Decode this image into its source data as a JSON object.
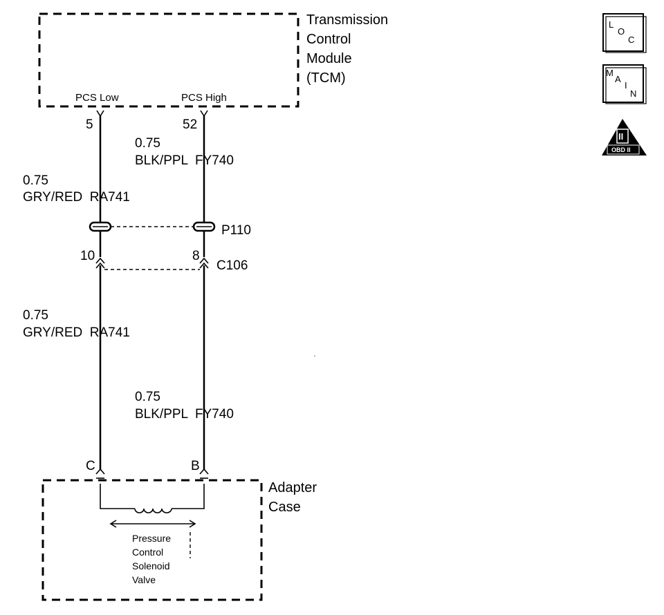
{
  "tcm": {
    "title_lines": [
      "Transmission",
      "Control",
      "Module",
      "(TCM)"
    ],
    "pin_low_label": "PCS Low",
    "pin_high_label": "PCS High",
    "pin_low_number": "5",
    "pin_high_number": "52"
  },
  "wires": {
    "left_upper": {
      "size": "0.75",
      "spec": "GRY/RED  RA741"
    },
    "right_upper": {
      "size": "0.75",
      "spec": "BLK/PPL  FY740"
    },
    "left_lower": {
      "size": "0.75",
      "spec": "GRY/RED  RA741"
    },
    "right_lower": {
      "size": "0.75",
      "spec": "BLK/PPL  FY740"
    }
  },
  "connectors": {
    "p110_label": "P110",
    "c106_label": "C106",
    "c106_left_pin": "10",
    "c106_right_pin": "8",
    "adapter_left_pin": "C",
    "adapter_right_pin": "B"
  },
  "adapter": {
    "title_lines": [
      "Adapter",
      "Case"
    ],
    "component_lines": [
      "Pressure",
      "Control",
      "Solenoid",
      "Valve"
    ]
  },
  "icons": {
    "loc": {
      "name": "loc-icon",
      "letters": [
        "L",
        "O",
        "C"
      ]
    },
    "main": {
      "name": "main-icon",
      "letters": [
        "M",
        "A",
        "I",
        "N"
      ]
    },
    "obd": {
      "name": "obd-ii-icon",
      "numeral": "II",
      "label": "OBD II"
    }
  }
}
